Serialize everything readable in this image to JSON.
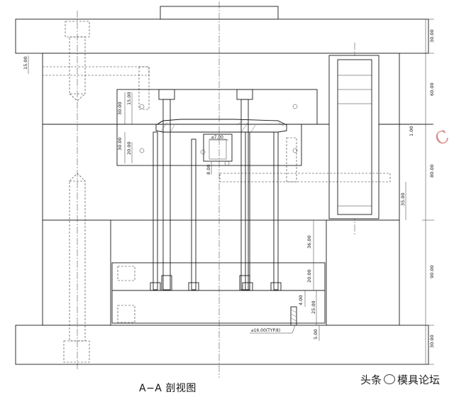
{
  "section_title": "A−A 剖视图",
  "right_dims": [
    {
      "text": "30.00"
    },
    {
      "text": "60.00"
    },
    {
      "text": "1.00"
    },
    {
      "text": "80.00"
    },
    {
      "text": "90.00"
    },
    {
      "text": "30.00"
    }
  ],
  "left_dims": [
    {
      "text": "15.00"
    },
    {
      "text": "15.00"
    },
    {
      "text": "30.00"
    },
    {
      "text": "30.00"
    },
    {
      "text": "20.00"
    }
  ],
  "inner_dims": [
    {
      "text": "8.00"
    },
    {
      "text": "35.00"
    },
    {
      "text": "36.00"
    },
    {
      "text": "20.00"
    },
    {
      "text": "4.00"
    },
    {
      "text": "25.00"
    },
    {
      "text": "5.00"
    }
  ],
  "notes": [
    {
      "text": "⌀16.00(TYP.8)"
    },
    {
      "text": "⌀7.00"
    }
  ],
  "watermark": {
    "prefix": "头条",
    "suffix": "模具论坛"
  },
  "stamp": "C"
}
